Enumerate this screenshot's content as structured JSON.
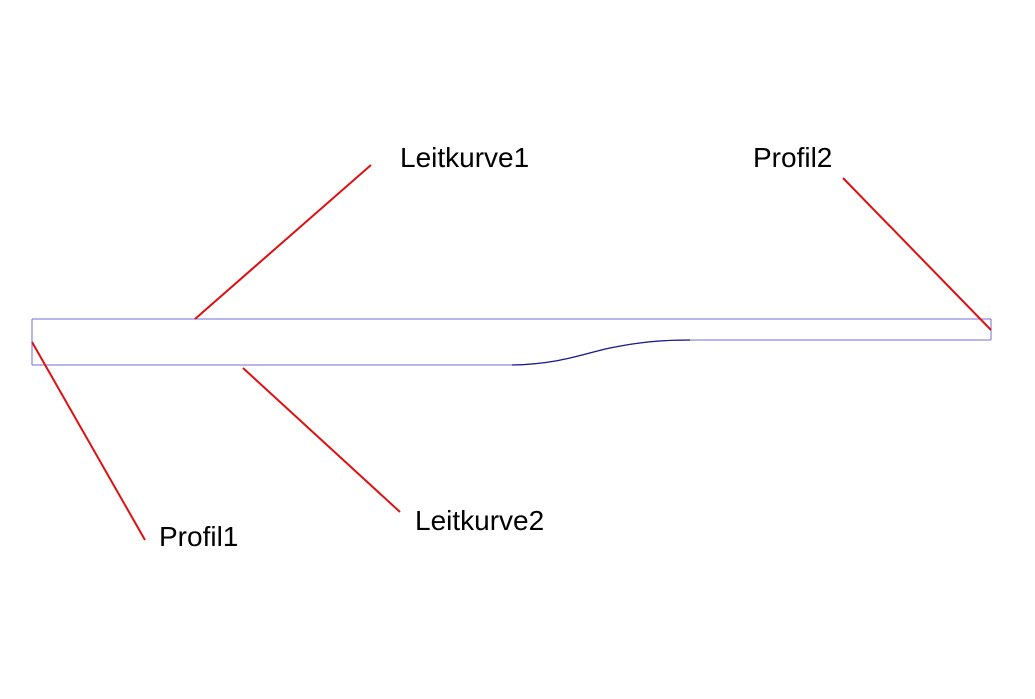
{
  "labels": {
    "leitkurve1": "Leitkurve1",
    "profil2": "Profil2",
    "leitkurve2": "Leitkurve2",
    "profil1": "Profil1"
  },
  "colors": {
    "outline": "#6f6fd8",
    "curve": "#1a1a8c",
    "leader": "#dd1111",
    "text": "#000000",
    "background": "#ffffff"
  }
}
